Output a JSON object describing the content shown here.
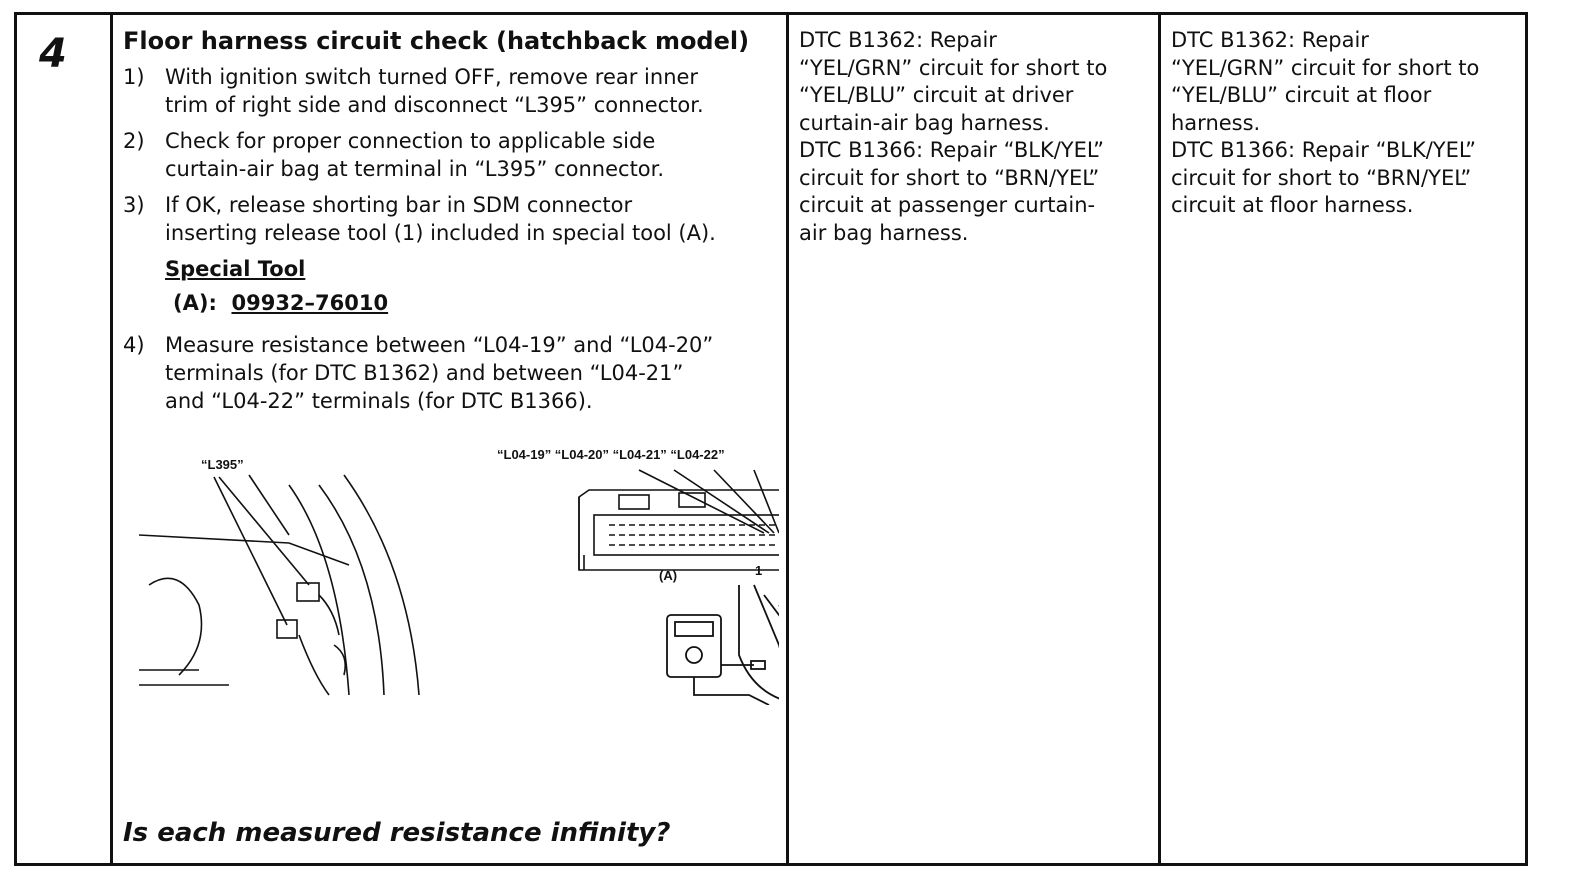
{
  "step_number": "4",
  "title": "Floor harness circuit check (hatchback model)",
  "steps": [
    {
      "num": "1)",
      "text": "With ignition switch turned OFF, remove rear inner\ntrim of right side and disconnect “L395” connector."
    },
    {
      "num": "2)",
      "text": "Check for proper connection to applicable side\ncurtain-air bag at terminal in “L395” connector."
    },
    {
      "num": "3)",
      "text": "If OK, release shorting bar in SDM connector\ninserting release tool (1) included in special tool (A)."
    },
    {
      "num": "4)",
      "text": "Measure resistance between “L04-19” and “L04-20”\nterminals (for DTC B1362) and between “L04-21”\nand “L04-22” terminals (for DTC B1366)."
    }
  ],
  "special_tool": {
    "heading": "Special Tool",
    "prefix": "(A):",
    "code": "09932–76010"
  },
  "figure": {
    "label_connector": "“L395”",
    "label_terminals": "“L04-19” “L04-20” “L04-21” “L04-22”",
    "label_tool": "(A)",
    "label_release": "1"
  },
  "question": "Is each measured resistance infinity?",
  "yes_result": "DTC B1362: Repair\n“YEL/GRN” circuit for short to\n“YEL/BLU” circuit at driver\ncurtain-air bag harness.\nDTC B1366: Repair “BLK/YEL”\ncircuit for short to “BRN/YEL”\ncircuit at passenger curtain-\nair bag harness.",
  "no_result": "DTC B1362: Repair\n“YEL/GRN” circuit for short to\n“YEL/BLU” circuit at floor\nharness.\nDTC B1366: Repair “BLK/YEL”\ncircuit for short to “BRN/YEL”\ncircuit at floor harness."
}
